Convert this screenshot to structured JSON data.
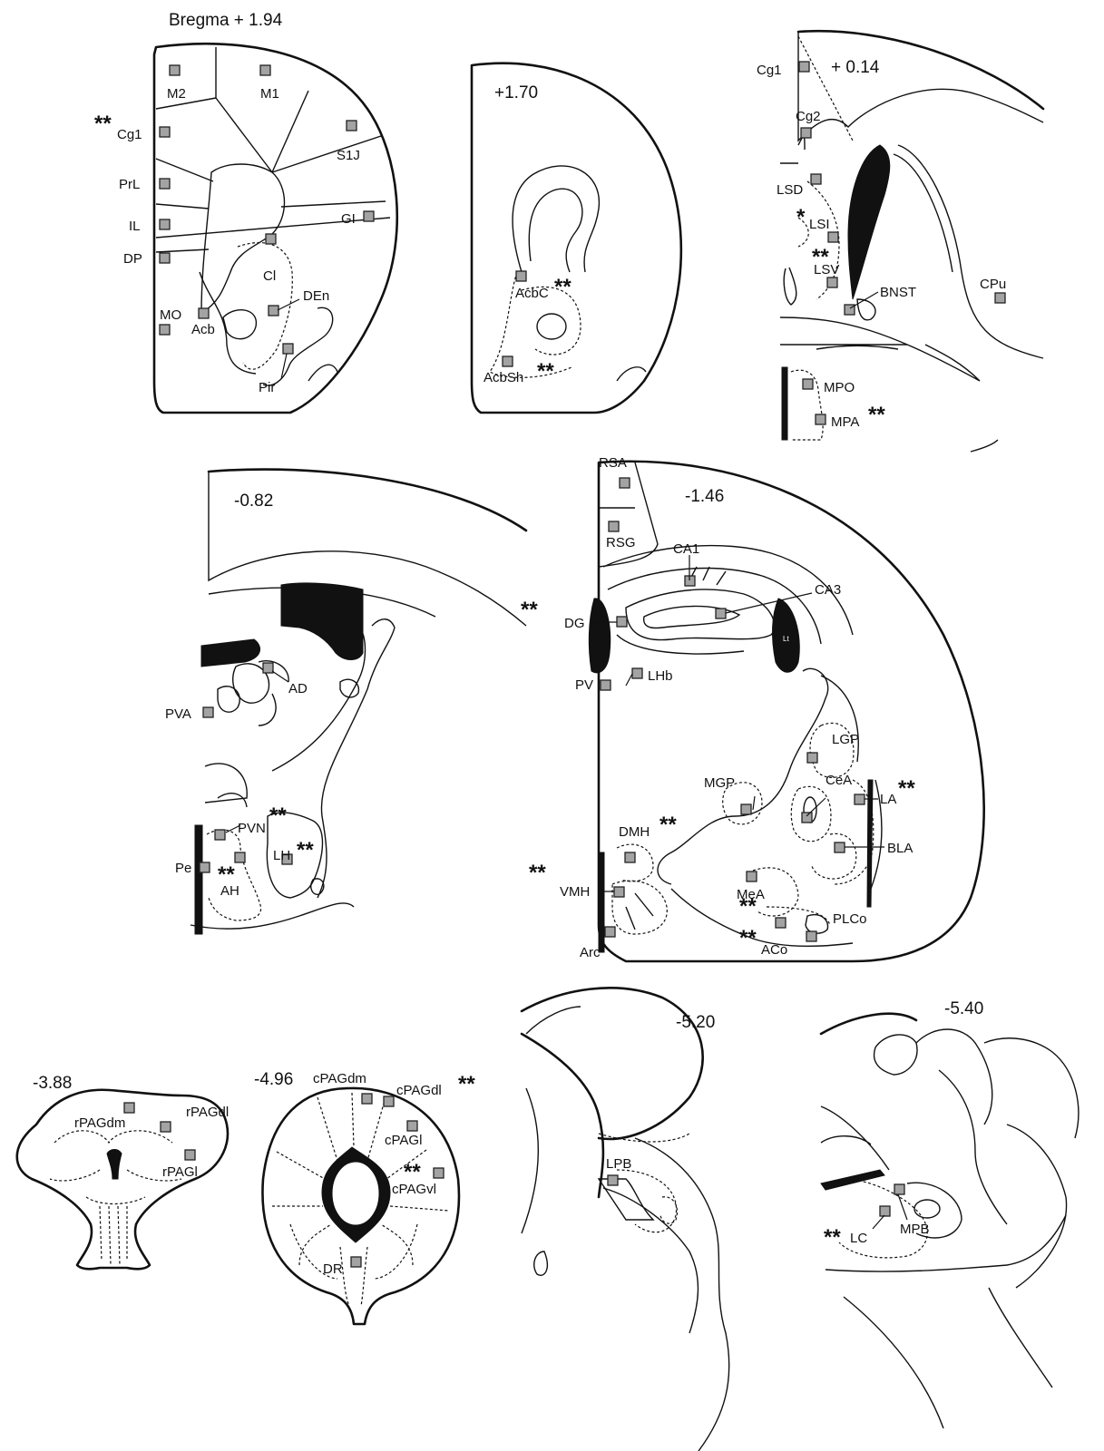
{
  "panels": [
    {
      "id": "p1",
      "bregma": "Bregma + 1.94",
      "regions": [
        {
          "label": "M2",
          "star": ""
        },
        {
          "label": "M1",
          "star": ""
        },
        {
          "label": "Cg1",
          "star": "**"
        },
        {
          "label": "S1J",
          "star": ""
        },
        {
          "label": "PrL",
          "star": ""
        },
        {
          "label": "IL",
          "star": ""
        },
        {
          "label": "GI",
          "star": ""
        },
        {
          "label": "DP",
          "star": ""
        },
        {
          "label": "Cl",
          "star": ""
        },
        {
          "label": "DEn",
          "star": ""
        },
        {
          "label": "MO",
          "star": ""
        },
        {
          "label": "Acb",
          "star": ""
        },
        {
          "label": "Pir",
          "star": ""
        }
      ]
    },
    {
      "id": "p2",
      "bregma": "+1.70",
      "regions": [
        {
          "label": "AcbC",
          "star": "**"
        },
        {
          "label": "AcbSh",
          "star": "**"
        }
      ]
    },
    {
      "id": "p3",
      "bregma": "+ 0.14",
      "regions": [
        {
          "label": "Cg1",
          "star": ""
        },
        {
          "label": "Cg2",
          "star": ""
        },
        {
          "label": "LSD",
          "star": ""
        },
        {
          "label": "LSI",
          "star": "*"
        },
        {
          "label": "LSV",
          "star": "**"
        },
        {
          "label": "BNST",
          "star": ""
        },
        {
          "label": "CPu",
          "star": ""
        },
        {
          "label": "MPO",
          "star": ""
        },
        {
          "label": "MPA",
          "star": "**"
        }
      ]
    },
    {
      "id": "p4",
      "bregma": "-0.82",
      "regions": [
        {
          "label": "AD",
          "star": ""
        },
        {
          "label": "PVA",
          "star": ""
        },
        {
          "label": "PVN",
          "star": "**"
        },
        {
          "label": "LH",
          "star": "**"
        },
        {
          "label": "Pe",
          "star": ""
        },
        {
          "label": "AH",
          "star": "**"
        }
      ]
    },
    {
      "id": "p5",
      "bregma": "-1.46",
      "regions": [
        {
          "label": "RSA",
          "star": ""
        },
        {
          "label": "RSG",
          "star": ""
        },
        {
          "label": "CA1",
          "star": ""
        },
        {
          "label": "CA3",
          "star": ""
        },
        {
          "label": "DG",
          "star": "**"
        },
        {
          "label": "PV",
          "star": ""
        },
        {
          "label": "LHb",
          "star": ""
        },
        {
          "label": "LGP",
          "star": ""
        },
        {
          "label": "MGP",
          "star": ""
        },
        {
          "label": "CeA",
          "star": ""
        },
        {
          "label": "LA",
          "star": "**"
        },
        {
          "label": "DMH",
          "star": "**"
        },
        {
          "label": "BLA",
          "star": ""
        },
        {
          "label": "VMH",
          "star": "**"
        },
        {
          "label": "MeA",
          "star": "**"
        },
        {
          "label": "PLCo",
          "star": ""
        },
        {
          "label": "Arc",
          "star": ""
        },
        {
          "label": "ACo",
          "star": "**"
        },
        {
          "label": "Lt",
          "star": ""
        }
      ]
    },
    {
      "id": "p6",
      "bregma": "-3.88",
      "regions": [
        {
          "label": "rPAGdm",
          "star": ""
        },
        {
          "label": "rPAGdl",
          "star": ""
        },
        {
          "label": "rPAGl",
          "star": ""
        }
      ]
    },
    {
      "id": "p7",
      "bregma": "-4.96",
      "regions": [
        {
          "label": "cPAGdm",
          "star": ""
        },
        {
          "label": "cPAGdl",
          "star": "**"
        },
        {
          "label": "cPAGl",
          "star": ""
        },
        {
          "label": "cPAGvl",
          "star": "**"
        },
        {
          "label": "DR",
          "star": ""
        }
      ]
    },
    {
      "id": "p8",
      "bregma": "-5.20",
      "regions": [
        {
          "label": "LPB",
          "star": ""
        }
      ]
    },
    {
      "id": "p9",
      "bregma": "-5.40",
      "regions": [
        {
          "label": "LC",
          "star": "**"
        },
        {
          "label": "MPB",
          "star": ""
        }
      ]
    }
  ]
}
